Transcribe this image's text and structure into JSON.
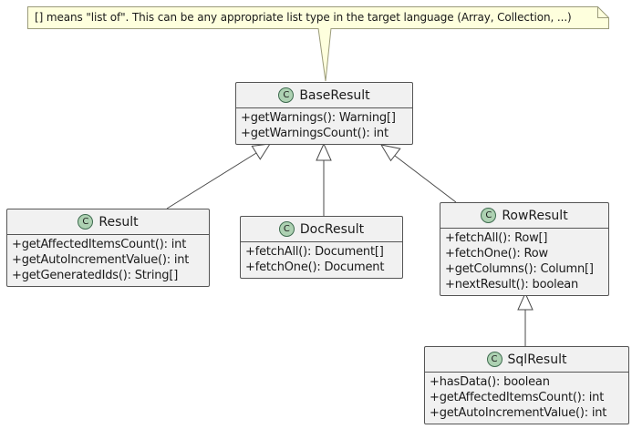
{
  "note": {
    "text": "[] means \"list of\". This can be any appropriate list type in the target language (Array, Collection, ...)"
  },
  "classes": [
    {
      "name": "BaseResult",
      "spot": "C",
      "members": [
        "+getWarnings(): Warning[]",
        "+getWarningsCount(): int"
      ]
    },
    {
      "name": "Result",
      "spot": "C",
      "members": [
        "+getAffectedItemsCount(): int",
        "+getAutoIncrementValue(): int",
        "+getGeneratedIds(): String[]"
      ]
    },
    {
      "name": "DocResult",
      "spot": "C",
      "members": [
        "+fetchAll(): Document[]",
        "+fetchOne(): Document"
      ]
    },
    {
      "name": "RowResult",
      "spot": "C",
      "members": [
        "+fetchAll(): Row[]",
        "+fetchOne(): Row",
        "+getColumns(): Column[]",
        "+nextResult(): boolean"
      ]
    },
    {
      "name": "SqlResult",
      "spot": "C",
      "members": [
        "+hasData(): boolean",
        "+getAffectedItemsCount(): int",
        "+getAutoIncrementValue(): int"
      ]
    }
  ],
  "relations": [
    {
      "from": "Result",
      "to": "BaseResult",
      "type": "generalization"
    },
    {
      "from": "DocResult",
      "to": "BaseResult",
      "type": "generalization"
    },
    {
      "from": "RowResult",
      "to": "BaseResult",
      "type": "generalization"
    },
    {
      "from": "SqlResult",
      "to": "RowResult",
      "type": "generalization"
    }
  ],
  "colors": {
    "canvas_bg": "#FFFFFF",
    "note_bg": "#FEFFDD",
    "note_border": "#9B9B7A",
    "class_bg": "#F1F1F1",
    "class_border": "#555555",
    "spot_bg": "#ADD1B2",
    "spot_border": "#3E6B4F",
    "line": "#4A4A4A",
    "text": "#1A1A1A"
  }
}
